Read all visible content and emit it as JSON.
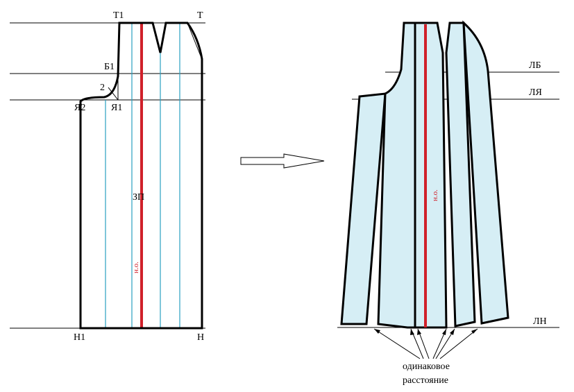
{
  "left_pattern": {
    "points": {
      "T1": "Т1",
      "T": "Т",
      "B1": "Б1",
      "n2": "2",
      "Ya2": "Я2",
      "Ya1": "Я1",
      "H1": "Н1",
      "H": "Н"
    },
    "seam_label": "ЗП",
    "grain_label": "н.о."
  },
  "right_pattern": {
    "line_labels": {
      "hip_line": "ЛБ",
      "chest_line": "ЛЯ",
      "hem_line": "ЛН"
    },
    "grain_label": "н.о.",
    "note_line1": "одинаковое",
    "note_line2": "расстояние"
  }
}
